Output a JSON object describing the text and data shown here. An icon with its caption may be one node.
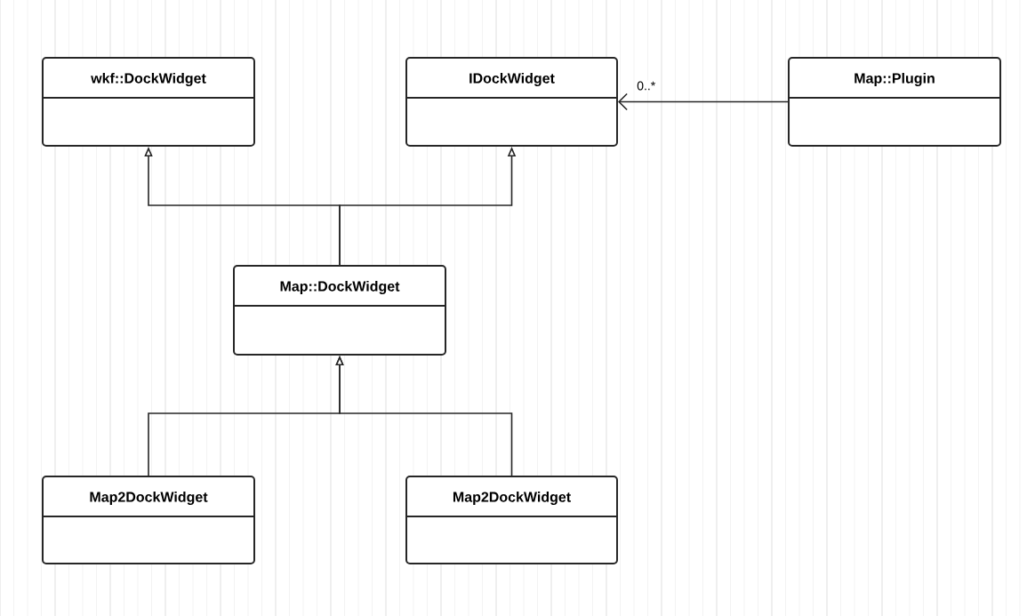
{
  "diagram": {
    "nodes": [
      {
        "text": [
          "wkf::DockWidget"
        ]
      },
      {
        "text": [
          "IDockWidget"
        ]
      },
      {
        "text": [
          "Map::Plugin"
        ]
      },
      {
        "text": [
          "Map::DockWidget"
        ]
      },
      {
        "text": [
          "Map2DockWidget"
        ]
      },
      {
        "text": [
          "Map2DockWidget"
        ]
      }
    ],
    "edges": [
      {
        "from": 3,
        "to": 0,
        "arrow": "to"
      },
      {
        "from": 3,
        "to": 1,
        "arrow": "to"
      },
      {
        "from": 2,
        "to": 1,
        "arrow": "to",
        "label": "0..*"
      },
      {
        "from": 4,
        "to": 3,
        "arrow": "to"
      },
      {
        "from": 5,
        "to": 3,
        "arrow": "to"
      }
    ]
  }
}
